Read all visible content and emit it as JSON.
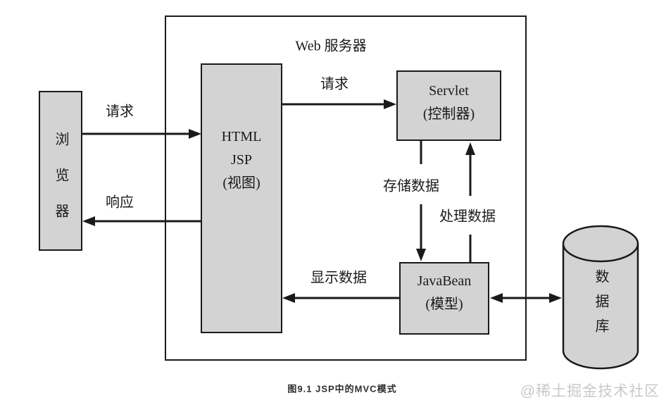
{
  "diagram": {
    "server_container_label": "Web 服务器",
    "nodes": {
      "browser": {
        "label": "浏览器"
      },
      "view": {
        "line1": "HTML",
        "line2": "JSP",
        "line3": "(视图)"
      },
      "controller": {
        "line1": "Servlet",
        "line2": "(控制器)"
      },
      "model": {
        "line1": "JavaBean",
        "line2": "(模型)"
      },
      "database": {
        "label": "数据库"
      }
    },
    "edge_labels": {
      "request_to_view": "请求",
      "response_to_browser": "响应",
      "request_to_controller": "请求",
      "store_data": "存储数据",
      "process_data": "处理数据",
      "display_data": "显示数据"
    },
    "caption": "图9.1 JSP中的MVC模式",
    "watermark": "@稀土掘金技术社区",
    "colors": {
      "node_fill": "#d3d3d3",
      "line": "#1a1a1a",
      "watermark_text": "#c9c9c9"
    }
  }
}
